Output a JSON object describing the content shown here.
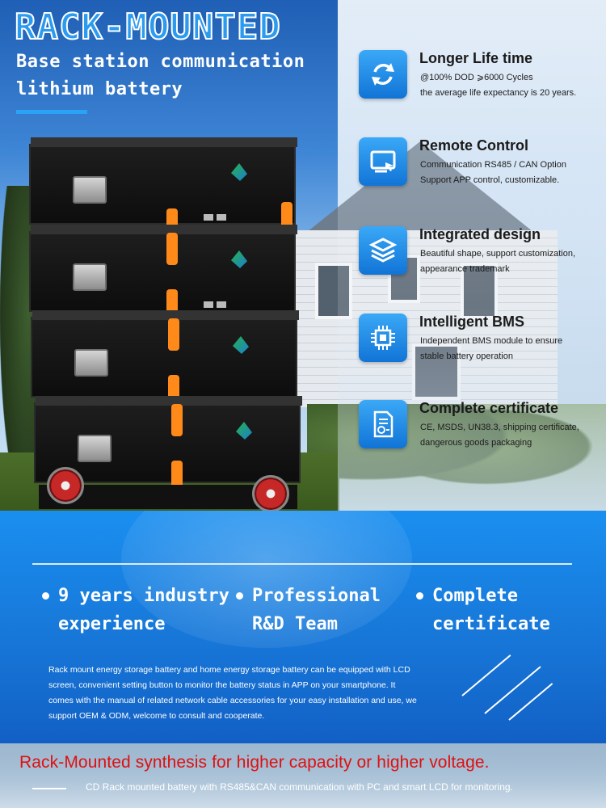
{
  "hero": {
    "title": "RACK-MOUNTED",
    "subtitle_line1": "Base station communication",
    "subtitle_line2": "lithium battery"
  },
  "features": [
    {
      "icon": "refresh-cycle-icon",
      "title": "Longer Life time",
      "line1": "@100% DOD ⩾6000 Cycles",
      "line2": "the average life expectancy is 20 years."
    },
    {
      "icon": "monitor-icon",
      "title": "Remote Control",
      "line1": "Communication RS485 / CAN Option",
      "line2": "Support APP control, customizable."
    },
    {
      "icon": "layers-icon",
      "title": "Integrated design",
      "line1": "Beautiful shape, support customization,",
      "line2": "appearance trademark"
    },
    {
      "icon": "chip-icon",
      "title": "Intelligent BMS",
      "line1": "Independent BMS module to ensure",
      "line2": "stable battery operation"
    },
    {
      "icon": "certificate-icon",
      "title": "Complete certificate",
      "line1": "CE, MSDS, UN38.3, shipping certificate,",
      "line2": "dangerous goods packaging"
    }
  ],
  "points": [
    {
      "line1": "9 years industry",
      "line2": "experience"
    },
    {
      "line1": "Professional",
      "line2": "R&D Team"
    },
    {
      "line1": "Complete",
      "line2": "certificate"
    }
  ],
  "description": "Rack mount energy storage battery and home energy storage battery can be equipped with LCD screen, convenient setting button to monitor the battery status in APP on your smartphone. It comes with the manual of related network cable accessories for your easy installation and use, we support OEM & ODM, welcome to consult and cooperate.",
  "footer": {
    "headline": "Rack-Mounted synthesis for higher capacity or higher voltage.",
    "subline": "CD Rack mounted battery with RS485&CAN communication with PC and smart LCD for monitoring."
  },
  "colors": {
    "accent_blue": "#1a8ff0",
    "icon_blue": "#1174d6",
    "headline_red": "#e01010"
  }
}
